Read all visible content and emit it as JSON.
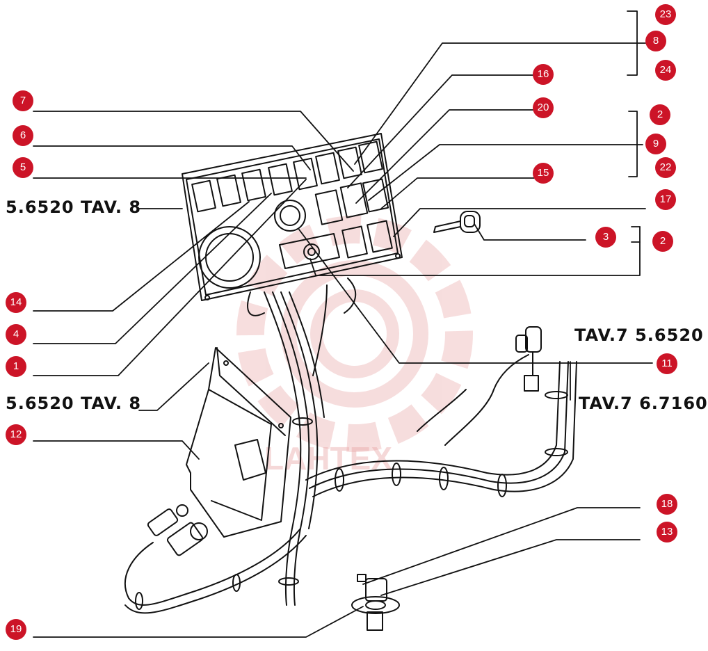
{
  "callouts": [
    "7",
    "6",
    "5",
    "14",
    "4",
    "1",
    "12",
    "19",
    "23",
    "8",
    "24",
    "16",
    "20",
    "2",
    "9",
    "22",
    "15",
    "17",
    "3",
    "2",
    "11",
    "18",
    "13"
  ],
  "references": [
    "5.6520 TAV. 8",
    "5.6520 TAV. 8",
    "TAV.7 5.6520",
    "TAV.7 6.7160"
  ],
  "colors": {
    "callout": "#cc1427",
    "line": "#111111",
    "watermark": "#e8a0a0"
  },
  "watermark": {
    "text": "LAHTEX",
    "icon": "gear-watermark-icon"
  }
}
